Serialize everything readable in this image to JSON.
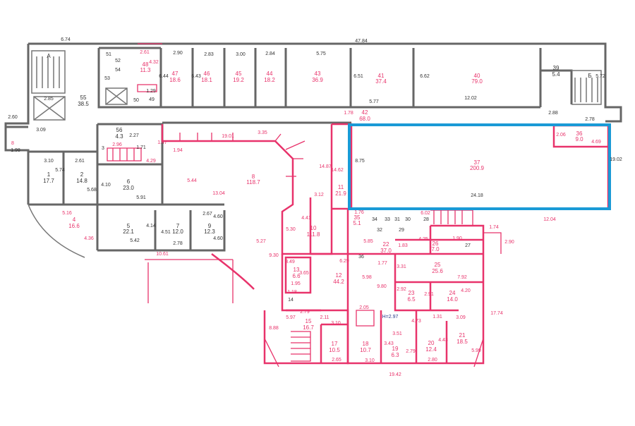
{
  "plan": {
    "highlight_color": "#1a9ad6",
    "wall_color_existing": "#666666",
    "wall_color_red": "#e8336b",
    "stairs": {
      "a": "А",
      "b": "Б"
    },
    "height_note": "H=2.97",
    "rooms": {
      "r1": {
        "n": "1",
        "a": "17.7"
      },
      "r2": {
        "n": "2",
        "a": "14.8"
      },
      "r4": {
        "n": "4",
        "a": "16.6"
      },
      "r5": {
        "n": "5",
        "a": "22.1"
      },
      "r6": {
        "n": "6",
        "a": "23.0"
      },
      "r7": {
        "n": "7",
        "a": "12.0"
      },
      "r8": {
        "n": "8",
        "a": "118.7"
      },
      "r9": {
        "n": "9",
        "a": "12.3"
      },
      "r10": {
        "n": "10",
        "a": "111.8"
      },
      "r11": {
        "n": "11",
        "a": "21.9"
      },
      "r12": {
        "n": "12",
        "a": "44.2"
      },
      "r13": {
        "n": "13",
        "a": "6.6"
      },
      "r15": {
        "n": "15",
        "a": "16.7"
      },
      "r17": {
        "n": "17",
        "a": "10.5"
      },
      "r18": {
        "n": "18",
        "a": "10.7"
      },
      "r19": {
        "n": "19",
        "a": "6.3"
      },
      "r20": {
        "n": "20",
        "a": "12.4"
      },
      "r21": {
        "n": "21",
        "a": "18.5"
      },
      "r22": {
        "n": "22",
        "a": "37.0"
      },
      "r23": {
        "n": "23",
        "a": "6.5"
      },
      "r24": {
        "n": "24",
        "a": "14.0"
      },
      "r25": {
        "n": "25",
        "a": "25.6"
      },
      "r26": {
        "n": "26",
        "a": "7.0"
      },
      "r35": {
        "n": "35",
        "a": "5.1"
      },
      "r36b": {
        "n": "36",
        "a": "9.0"
      },
      "r37": {
        "n": "37",
        "a": "200.9"
      },
      "r39": {
        "n": "39",
        "a": "5.4"
      },
      "r40": {
        "n": "40",
        "a": "79.0"
      },
      "r41": {
        "n": "41",
        "a": "37.4"
      },
      "r42": {
        "n": "42",
        "a": "68.0"
      },
      "r43": {
        "n": "43",
        "a": "36.9"
      },
      "r44": {
        "n": "44",
        "a": "18.2"
      },
      "r45": {
        "n": "45",
        "a": "19.2"
      },
      "r46": {
        "n": "46",
        "a": "18.1"
      },
      "r47": {
        "n": "47",
        "a": "18.6"
      },
      "r48": {
        "n": "48",
        "a": "11.3"
      },
      "r55": {
        "n": "55",
        "a": "38.5"
      },
      "r56": {
        "n": "56",
        "a": "4.3"
      }
    },
    "plain_rooms": [
      "51",
      "52",
      "53",
      "54",
      "49",
      "50",
      "3",
      "14",
      "27",
      "28",
      "29",
      "30",
      "31",
      "32",
      "33",
      "34",
      "36",
      "8"
    ],
    "dims": {
      "d1": "6.74",
      "d2": "47.84",
      "d3": "2.61",
      "d4": "2.90",
      "d5": "2.83",
      "d6": "3.00",
      "d7": "2.84",
      "d8": "5.75",
      "d9": "6.44",
      "d10": "6.43",
      "d11": "6.51",
      "d12": "6.62",
      "d13": "5.77",
      "d14": "12.02",
      "d15": "2.88",
      "d16": "2.78",
      "d17": "5.72",
      "d18": "2.85",
      "d19": "2.60",
      "d20": "1.98",
      "d21": "3.09",
      "d22": "1.29",
      "d23": "4.32",
      "d24": "19.01",
      "d25": "3.35",
      "d26": "2.96",
      "d27": "2.27",
      "d28": "1.71",
      "d29": "1.47",
      "d30": "1.94",
      "d31": "4.29",
      "d32": "3.10",
      "d33": "2.61",
      "d34": "5.74",
      "d35": "5.68",
      "d36": "4.10",
      "d37": "5.91",
      "d38": "5.44",
      "d39": "13.04",
      "d40": "5.16",
      "d41": "4.36",
      "d42": "4.14",
      "d43": "5.42",
      "d44": "4.51",
      "d45": "2.78",
      "d46": "2.67",
      "d47": "4.60",
      "d48": "4.60",
      "d49": "10.61",
      "d50": "5.27",
      "d51": "4.41",
      "d52": "5.30",
      "d53": "9.30",
      "d54": "3.12",
      "d55": "14.87",
      "d56": "14.62",
      "d57": "1.78",
      "d58": "8.75",
      "d59": "24.18",
      "d60": "12.04",
      "d61": "19.02",
      "d62": "4.69",
      "d63": "2.06",
      "d64": "1.74",
      "d65": "2.90",
      "d66": "1.76",
      "d67": "6.02",
      "d68": "5.85",
      "d69": "4.25",
      "d70": "1.90",
      "d71": "6.29",
      "d72": "3.49",
      "d73": "3.65",
      "d74": "1.95",
      "d75": "1.18",
      "d76": "5.98",
      "d77": "1.77",
      "d78": "9.80",
      "d79": "3.31",
      "d80": "7.92",
      "d81": "4.20",
      "d82": "2.92",
      "d83": "2.91",
      "d84": "2.05",
      "d85": "2.79",
      "d86": "3.10",
      "d87": "4.73",
      "d88": "3.09",
      "d89": "1.31",
      "d90": "3.51",
      "d91": "3.43",
      "d92": "4.43",
      "d93": "2.65",
      "d94": "3.10",
      "d95": "2.80",
      "d96": "2.79",
      "d97": "17.74",
      "d98": "19.42",
      "d99": "8.88",
      "d100": "5.97",
      "d101": "5.99",
      "d102": "1.83",
      "d103": "2.11"
    }
  }
}
